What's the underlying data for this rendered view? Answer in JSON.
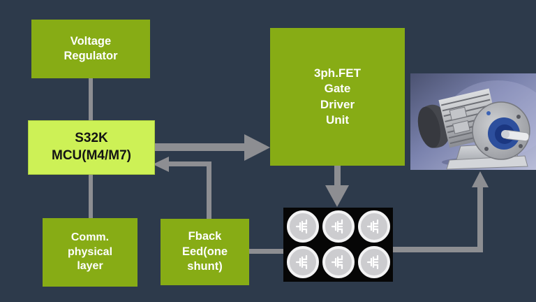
{
  "colors": {
    "background": "#2d3a4b",
    "block_green": "#87ac15",
    "block_light_green": "#cdf156",
    "connector_gray": "#8d8e92",
    "power_stage_bg": "#060606",
    "text_on_green": "#ffffff",
    "text_on_light_green": "#141414"
  },
  "blocks": {
    "voltage_regulator": {
      "label": "Voltage\nRegulator"
    },
    "mcu": {
      "label": "S32K\nMCU(M4/M7)"
    },
    "comm_physical_layer": {
      "label": "Comm.\nphysical\nlayer"
    },
    "feedback": {
      "label": "Fback\nEed(one\nshunt)"
    },
    "gate_driver": {
      "label": "3ph.FET\nGate\nDriver\nUnit"
    }
  },
  "power_stage": {
    "transistor_count": 6,
    "icon": "mosfet-transistor-icon"
  },
  "motor": {
    "icon": "electric-motor-photo"
  }
}
